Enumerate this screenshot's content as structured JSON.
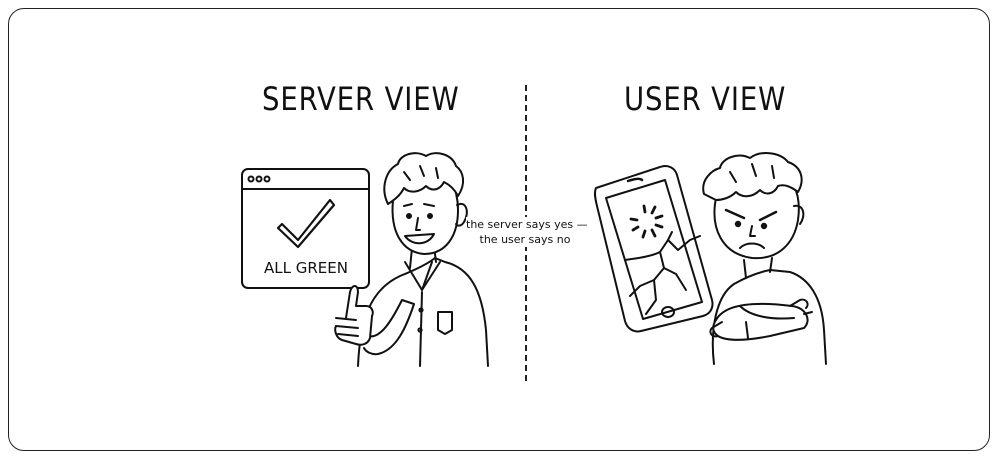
{
  "left_panel": {
    "title": "SERVER VIEW",
    "status_box_label": "ALL GREEN"
  },
  "right_panel": {
    "title": "USER VIEW"
  },
  "caption": {
    "line1": "the server says yes —",
    "line2": "the user says no"
  }
}
